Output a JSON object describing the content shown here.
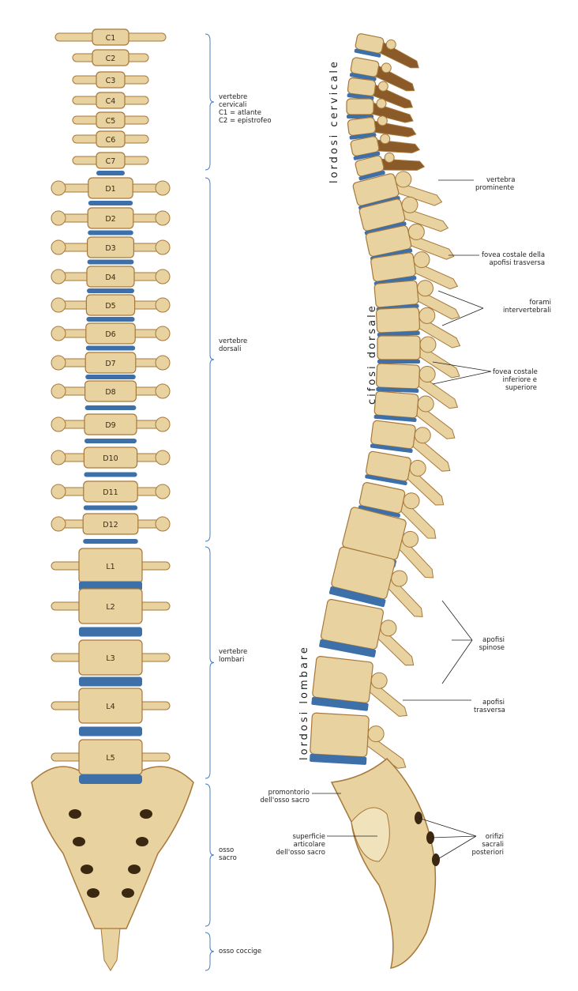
{
  "front_view": {
    "vertebrae": [
      "C1",
      "C2",
      "C3",
      "C4",
      "C5",
      "C6",
      "C7",
      "D1",
      "D2",
      "D3",
      "D4",
      "D5",
      "D6",
      "D7",
      "D8",
      "D9",
      "D10",
      "D11",
      "D12",
      "L1",
      "L2",
      "L3",
      "L4",
      "L5"
    ],
    "groups": [
      {
        "lines": [
          "vertebre",
          "cervicali",
          "C1 = atlante",
          "C2 = epistrofeo"
        ]
      },
      {
        "lines": [
          "vertebre",
          "dorsali"
        ]
      },
      {
        "lines": [
          "vertebre",
          "lombari"
        ]
      },
      {
        "lines": [
          "osso",
          "sacro"
        ]
      },
      {
        "lines": [
          "osso coccige"
        ]
      }
    ]
  },
  "side_view": {
    "curves": [
      "lordosi cervicale",
      "cifosi dorsale",
      "lordosi lombare"
    ],
    "annotations": [
      {
        "lines": [
          "vertebra",
          "prominente"
        ]
      },
      {
        "lines": [
          "fovea costale della",
          "apofisi trasversa"
        ]
      },
      {
        "lines": [
          "forami",
          "intervertebrali"
        ]
      },
      {
        "lines": [
          "fovea costale",
          "inferiore e",
          "superiore"
        ]
      },
      {
        "lines": [
          "apofisi",
          "spinose"
        ]
      },
      {
        "lines": [
          "apofisi",
          "trasversa"
        ]
      },
      {
        "lines": [
          "promontorio",
          "dell'osso sacro"
        ]
      },
      {
        "lines": [
          "superficie",
          "articolare",
          "dell'osso sacro"
        ]
      },
      {
        "lines": [
          "orifizi",
          "sacrali",
          "posteriori"
        ]
      }
    ]
  },
  "colors": {
    "bone": "#e8d3a0",
    "bone_dark": "#a7773a",
    "disc": "#3d6fa8",
    "bracket": "#4a7fbf"
  }
}
